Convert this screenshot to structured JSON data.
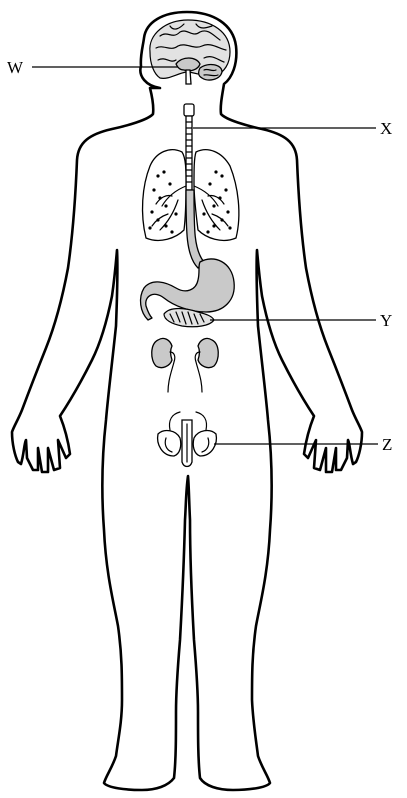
{
  "labels": {
    "w": "W",
    "x": "X",
    "y": "Y",
    "z": "Z"
  },
  "colors": {
    "outline": "#000000",
    "organ_fill": "#c9c9c9",
    "background": "#ffffff"
  }
}
